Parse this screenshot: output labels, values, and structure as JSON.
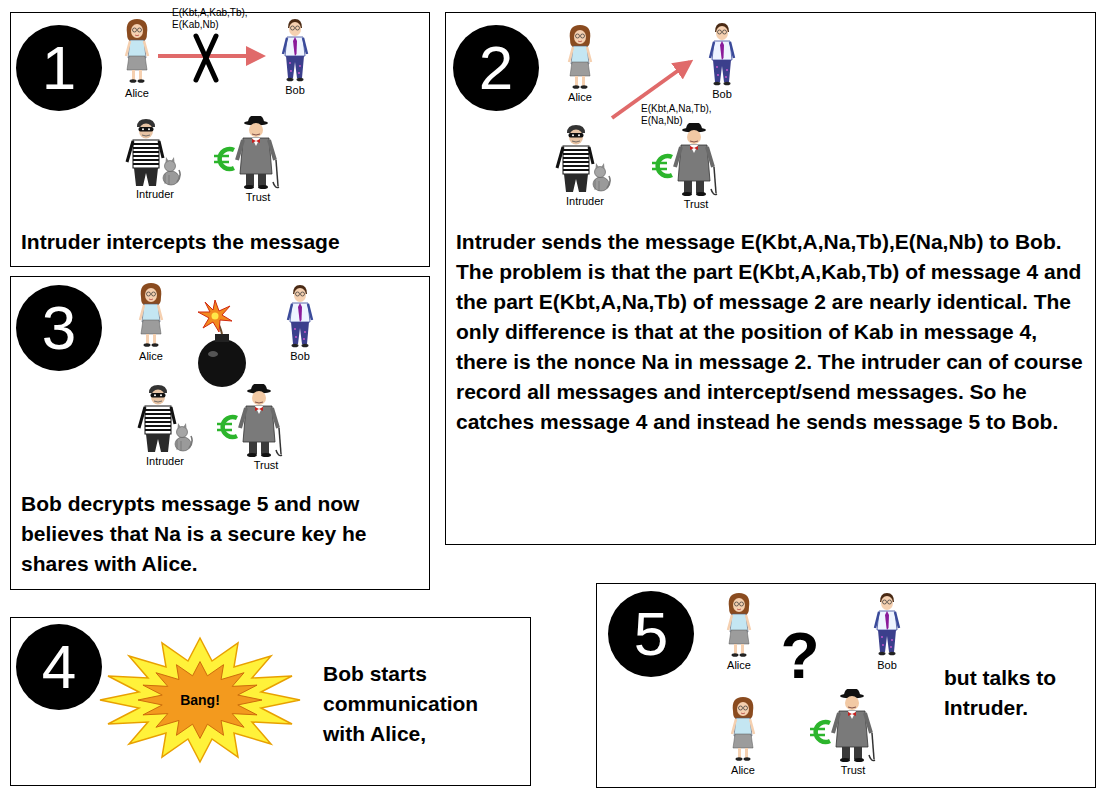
{
  "diagram": {
    "nodes": [
      {
        "text": [
          "1",
          "Intruder intercepts the message"
        ]
      },
      {
        "text": [
          "2",
          "Intruder sends the message E(Kbt,A,Na,Tb),E(Na,Nb) to Bob. The problem is that the part E(Kbt,A,Kab,Tb) of message 4 and the part E(Kbt,A,Na,Tb) of message 2 are nearly identical. The only difference is that at the position of Kab in message 4, there is the nonce Na in message 2. The intruder can of course record all messages and intercept/send messages. So he catches message 4 and instead he sends message 5 to Bob."
        ]
      },
      {
        "text": [
          "3",
          "Bob decrypts message 5 and now believes that Na is a secure key he shares with Alice."
        ]
      },
      {
        "text": [
          "4",
          "Bob starts communication with Alice,"
        ]
      },
      {
        "text": [
          "5",
          "but talks to Intruder."
        ]
      }
    ],
    "labels": [
      "Alice",
      "Bob",
      "E(Kbt,A,Kab,Tb), E(Kab,Nb)",
      "Intruder",
      "Trust",
      "Alice",
      "Bob",
      "E(Kbt,A,Na,Tb), E(Na,Nb)",
      "Intruder",
      "Trust",
      "Alice",
      "Bob",
      "Intruder",
      "Trust",
      "Bang!",
      "Alice",
      "?",
      "Bob",
      "Alice",
      "Trust"
    ]
  }
}
